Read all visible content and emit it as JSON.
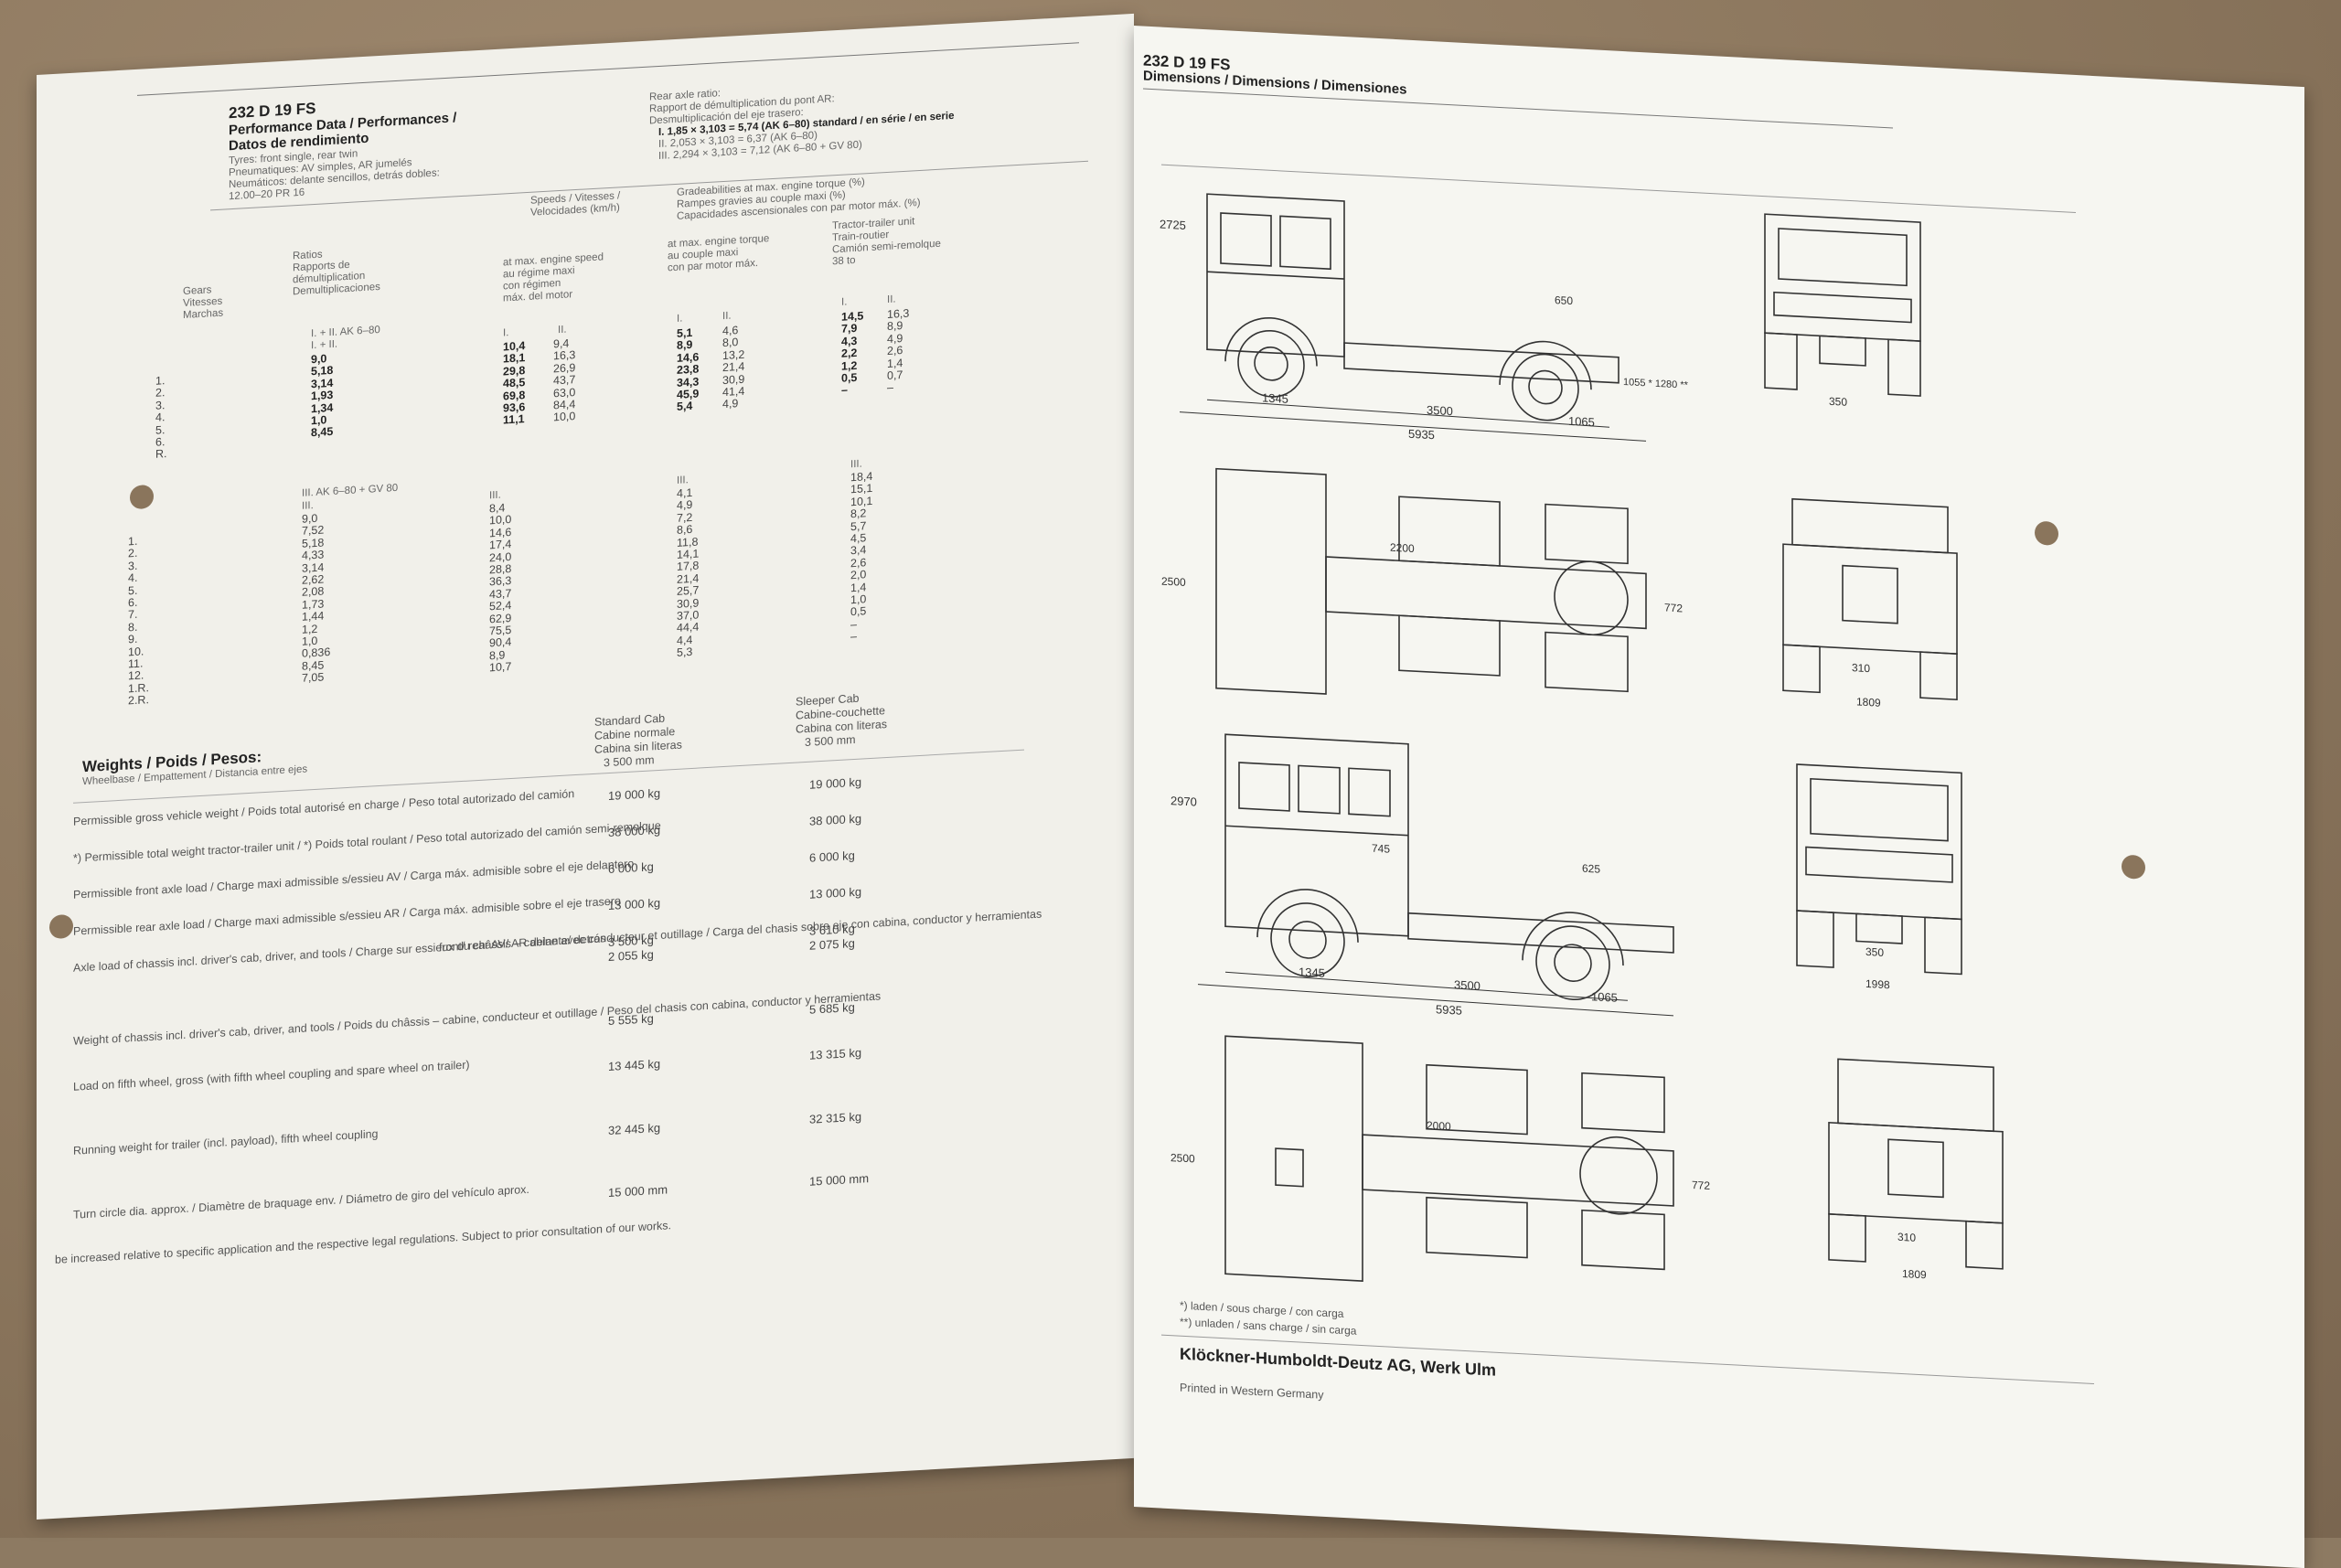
{
  "left": {
    "model": "232 D 19 FS",
    "heading1": "Performance Data / Performances /",
    "heading2": "Datos de rendimiento",
    "tyres": [
      "Tyres: front single, rear twin",
      "Pneumatiques: AV simples, AR jumelés",
      "Neumáticos: delante sencillos, detrás dobles:",
      "12.00–20 PR 16"
    ],
    "rear_axle": [
      "Rear axle ratio:",
      "Rapport de démultiplication du pont AR:",
      "Desmultiplicación del eje trasero:",
      "I. 1,85 × 3,103 = 5,74 (AK 6–80) standard / en série / en serie",
      "II. 2,053 × 3,103 = 6,37 (AK 6–80)",
      "III. 2,294 × 3,103 = 7,12 (AK 6–80 + GV 80)"
    ],
    "headers": {
      "speeds": [
        "Speeds / Vitesses /",
        "Velocidades (km/h)"
      ],
      "grade": [
        "Gradeabilities at max. engine torque (%)",
        "Rampes gravies au couple maxi (%)",
        "Capacidades ascensionales con par motor máx. (%)"
      ],
      "ratios": [
        "Ratios",
        "Rapports de",
        "démultiplication",
        "Demultiplicaciones"
      ],
      "gears": [
        "Gears",
        "Vitesses",
        "Marchas"
      ],
      "engine_speed": [
        "at max. engine speed",
        "au régime maxi",
        "con régimen",
        "máx. del motor"
      ],
      "torque": [
        "at max. engine torque",
        "au couple maxi",
        "con par motor máx."
      ],
      "tractor": [
        "Tractor-trailer unit",
        "Train-routier",
        "Camión semi-remolque",
        "38 to"
      ]
    },
    "table1": {
      "title": "I. + II. AK 6–80",
      "sub": "I. + II.",
      "cols": [
        "I.",
        "II."
      ],
      "gears": "1.\n2.\n3.\n4.\n5.\n6.\nR.",
      "ratios": "9,0\n5,18\n3,14\n1,93\n1,34\n1,0\n8,45",
      "speed1": "10,4\n18,1\n29,8\n48,5\n69,8\n93,6\n11,1",
      "speed2": "9,4\n16,3\n26,9\n43,7\n63,0\n84,4\n10,0",
      "grade1": "5,1\n8,9\n14,6\n23,8\n34,3\n45,9\n5,4",
      "grade2": "4,6\n8,0\n13,2\n21,4\n30,9\n41,4\n4,9",
      "trac1": "14,5\n7,9\n4,3\n2,2\n1,2\n0,5\n–",
      "trac2": "16,3\n8,9\n4,9\n2,6\n1,4\n0,7\n–"
    },
    "table3": {
      "title": "III. AK 6–80 + GV 80",
      "cols": "III.",
      "gears": "1.\n2.\n3.\n4.\n5.\n6.\n7.\n8.\n9.\n10.\n11.\n12.\n1.R.\n2.R.",
      "ratios": "9,0\n7,52\n5,18\n4,33\n3,14\n2,62\n2,08\n1,73\n1,44\n1,2\n1,0\n0,836\n8,45\n7,05",
      "speed": "8,4\n10,0\n14,6\n17,4\n24,0\n28,8\n36,3\n43,7\n52,4\n62,9\n75,5\n90,4\n8,9\n10,7",
      "grade": "4,1\n4,9\n7,2\n8,6\n11,8\n14,1\n17,8\n21,4\n25,7\n30,9\n37,0\n44,4\n4,4\n5,3",
      "trac": "18,4\n15,1\n10,1\n8,2\n5,7\n4,5\n3,4\n2,6\n2,0\n1,4\n1,0\n0,5\n–\n–"
    },
    "weights": {
      "heading": "Weights / Poids / Pesos:",
      "wheelbase": "Wheelbase / Empattement / Distancia entre ejes",
      "std": [
        "Standard Cab",
        "Cabine normale",
        "Cabina sin literas",
        "3 500 mm"
      ],
      "sleep": [
        "Sleeper Cab",
        "Cabine-couchette",
        "Cabina con literas",
        "3 500 mm"
      ],
      "rows": [
        {
          "label": "Permissible gross vehicle weight / Poids total autorisé en charge / Peso total autorizado del camión",
          "std": "19 000 kg",
          "sleep": "19 000 kg"
        },
        {
          "label": "*) Permissible total weight tractor-trailer unit / *) Poids total roulant / Peso total autorizado del camión semi-remolque",
          "std": "38 000 kg",
          "sleep": "38 000 kg"
        },
        {
          "label": "Permissible front axle load / Charge maxi admissible s/essieu AV / Carga máx. admisible sobre el eje delantero",
          "std": "6 000 kg",
          "sleep": "6 000 kg"
        },
        {
          "label": "Permissible rear axle load / Charge maxi admissible s/essieu AR / Carga máx. admisible sobre el eje trasero",
          "std": "13 000 kg",
          "sleep": "13 000 kg"
        },
        {
          "label": "Axle load of chassis incl. driver's cab, driver, and tools / Charge sur essieux du châssis – cabine avec conducteur et outillage / Carga del chasis sobre eje con cabina, conductor y herramientas",
          "side": "front/ rear AV/ AR delante/ detrás",
          "std": "3 500 kg",
          "std2": "2 055 kg",
          "sleep": "3 610 kg",
          "sleep2": "2 075 kg"
        },
        {
          "label": "Weight of chassis incl. driver's cab, driver, and tools / Poids du châssis – cabine, conducteur et outillage / Peso del chasis con cabina, conductor y herramientas",
          "std": "5 555 kg",
          "sleep": "5 685 kg"
        },
        {
          "label": "Load on fifth wheel, gross (with fifth wheel coupling and spare wheel on trailer)",
          "std": "13 445 kg",
          "sleep": "13 315 kg"
        },
        {
          "label": "Running weight for trailer (incl. payload), fifth wheel coupling",
          "std": "32 445 kg",
          "sleep": "32 315 kg"
        },
        {
          "label": "Turn circle dia. approx. / Diamètre de braquage env. / Diámetro de giro del vehículo aprox.",
          "std": "15 000 mm",
          "sleep": "15 000 mm"
        }
      ]
    },
    "footnote": "be increased relative to specific application and the respective legal regulations. Subject to prior consultation of our works."
  },
  "right": {
    "model": "232 D 19 FS",
    "heading": "Dimensions / Dimensions / Dimensiones",
    "d1": {
      "height": "2725",
      "front": "1345",
      "wheelbase": "3500",
      "rear": "1065",
      "length": "5935",
      "coupling": "650",
      "fifth": "1055 * 1280 **",
      "track": "350"
    },
    "d2": {
      "width": "2500",
      "frame": "772",
      "radius": "2200",
      "centre": "310",
      "track": "1809"
    },
    "d3": {
      "height": "2970",
      "front": "1345",
      "wheelbase": "3500",
      "rear": "1065",
      "length": "5935",
      "coupling": "625",
      "cab": "745",
      "centre": "350",
      "track": "1998"
    },
    "d4": {
      "width": "2500",
      "frame": "772",
      "radius": "2000",
      "centre": "310",
      "track": "1809"
    },
    "notes": [
      "*) laden / sous charge / con carga",
      "**) unladen / sans charge / sin carga"
    ],
    "manufacturer": "Klöckner-Humboldt-Deutz AG, Werk Ulm",
    "printed": "Printed in Western Germany"
  }
}
